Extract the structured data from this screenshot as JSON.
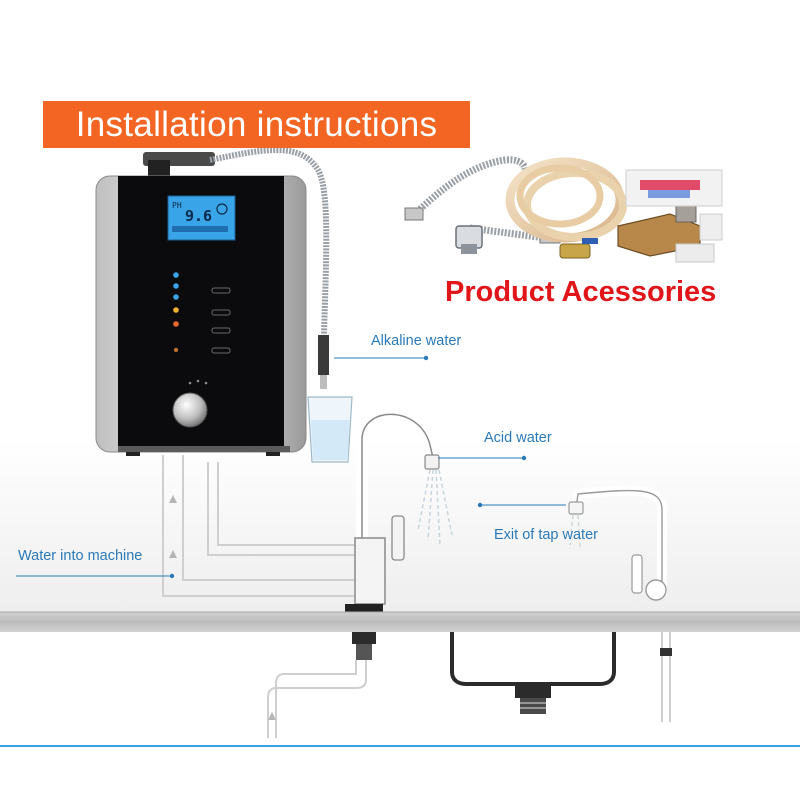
{
  "title": "Installation instructions",
  "accessories_title": "Product Acessories",
  "lcd": {
    "ph_label": "PH",
    "ph_value": "9.6"
  },
  "labels": {
    "alkaline": "Alkaline water",
    "acid": "Acid water",
    "tap": "Exit of tap water",
    "water_in": "Water into machine"
  },
  "colors": {
    "banner": "#f26522",
    "accessories_title": "#e0161b",
    "label_text": "#2a7ab8",
    "lcd_screen": "#3aa4e8",
    "machine_panel": "#0b0b0d",
    "counter_top": "#bdbdbd"
  }
}
